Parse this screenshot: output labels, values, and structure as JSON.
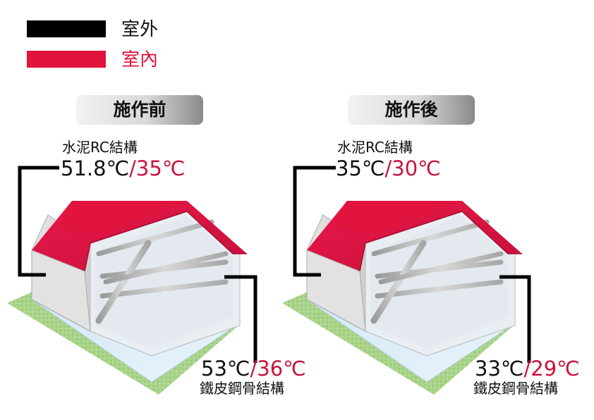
{
  "legend": {
    "outdoor_label": "室外",
    "indoor_label": "室內",
    "outdoor_color": "#000000",
    "indoor_color": "#e0143c"
  },
  "panels": {
    "before": {
      "title": "施作前",
      "rc_label": "水泥RC結構",
      "rc_outdoor": "51.8℃",
      "rc_indoor": "/35℃",
      "steel_outdoor": "53℃",
      "steel_indoor": "/36℃",
      "steel_label": "鐵皮鋼骨結構"
    },
    "after": {
      "title": "施作後",
      "rc_label": "水泥RC結構",
      "rc_outdoor": "35℃",
      "rc_indoor": "/30℃",
      "steel_outdoor": "33℃",
      "steel_indoor": "/29℃",
      "steel_label": "鐵皮鋼骨結構"
    }
  }
}
